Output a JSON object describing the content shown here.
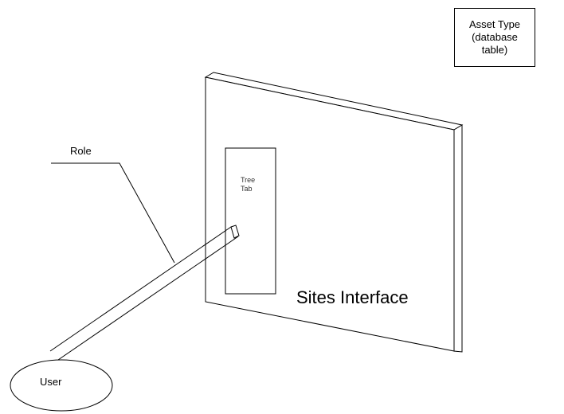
{
  "asset_type": {
    "label": "Asset Type\n(database\ntable)"
  },
  "sites_interface": {
    "label": "Sites Interface"
  },
  "tree_tab": {
    "label": "Tree\nTab"
  },
  "role": {
    "label": "Role"
  },
  "user": {
    "label": "User"
  },
  "colors": {
    "stroke": "#000000",
    "background": "#ffffff"
  }
}
